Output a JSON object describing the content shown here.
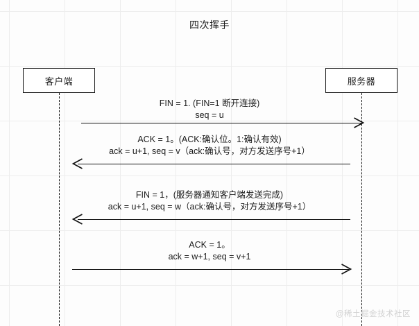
{
  "diagram": {
    "title": "四次挥手",
    "type": "sequence-diagram",
    "actors": [
      {
        "id": "client",
        "label": "客户端"
      },
      {
        "id": "server",
        "label": "服务器"
      }
    ],
    "messages": [
      {
        "index": 1,
        "from": "client",
        "to": "server",
        "direction": "right",
        "line1": "FIN = 1. (FIN=1 断开连接)",
        "line2": "seq = u"
      },
      {
        "index": 2,
        "from": "server",
        "to": "client",
        "direction": "left",
        "line1": "ACK = 1。(ACK:确认位。1:确认有效)",
        "line2": "ack = u+1, seq = v（ack:确认号，对方发送序号+1）"
      },
      {
        "index": 3,
        "from": "server",
        "to": "client",
        "direction": "left",
        "line1": "FIN = 1，(服务器通知客户端发送完成)",
        "line2": "ack = u+1, seq = w（ack:确认号，对方发送序号+1）"
      },
      {
        "index": 4,
        "from": "client",
        "to": "server",
        "direction": "right",
        "line1": "ACK = 1。",
        "line2": "ack = w+1, seq = v+1"
      }
    ]
  },
  "watermark": {
    "text": "@稀土掘金技术社区"
  },
  "colors": {
    "stroke": "#121212",
    "canvas_background": "#fdfdfd",
    "grid_line": "#ededed",
    "text": "#1c1c1c",
    "watermark": "#d2d2d2"
  }
}
